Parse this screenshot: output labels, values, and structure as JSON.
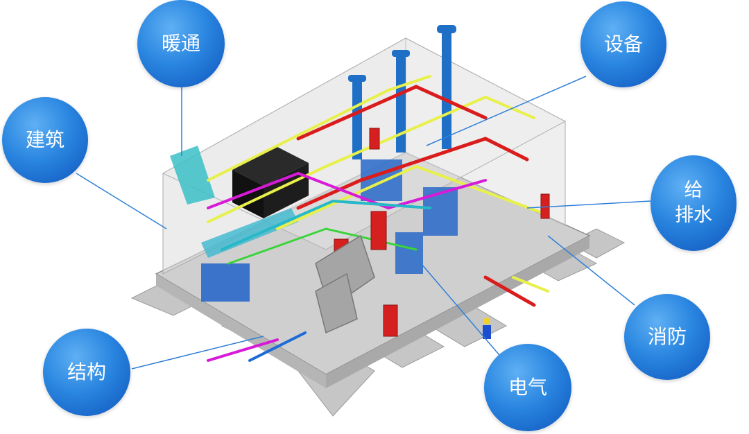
{
  "labels": {
    "hvac": "暖通",
    "equipment": "设备",
    "architecture": "建筑",
    "plumbing": "给\n排水",
    "fire": "消防",
    "structure": "结构",
    "electrical": "电气"
  },
  "colors": {
    "bubble": "#2a86e0",
    "leader": "#2f7fd8",
    "slab": "#c9c9c9",
    "walls": "#d9d9d9",
    "pipe_yellow": "#e8f04a",
    "pipe_red": "#d91c1c",
    "pipe_magenta": "#d81ad8",
    "pipe_blue": "#1c6bd6",
    "pipe_cyan": "#27b8c8",
    "pipe_green": "#3ad43a",
    "chimney": "#1f6fc7"
  }
}
